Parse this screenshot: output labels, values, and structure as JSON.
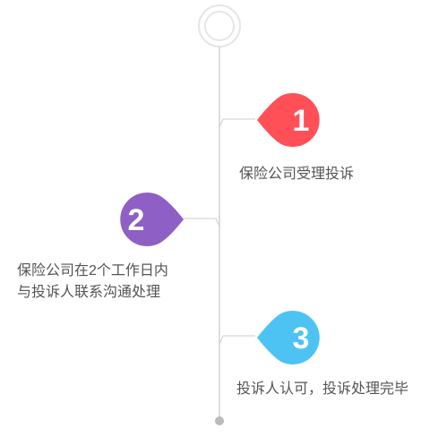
{
  "steps": [
    {
      "number": "1",
      "text_lines": [
        "保险公司受理投诉"
      ],
      "color": "#ff4f57",
      "side": "right"
    },
    {
      "number": "2",
      "text_lines": [
        "保险公司在2个工作日内",
        "与投诉人联系沟通处理"
      ],
      "color": "#8e5fc4",
      "side": "left"
    },
    {
      "number": "3",
      "text_lines": [
        "投诉人认可，投诉处理完毕"
      ],
      "color": "#4cc3f3",
      "side": "right"
    }
  ],
  "colors": {
    "timeline": "#dddddd",
    "connector": "#cccccc",
    "end_dot": "#bbbbbb",
    "text": "#555555"
  }
}
